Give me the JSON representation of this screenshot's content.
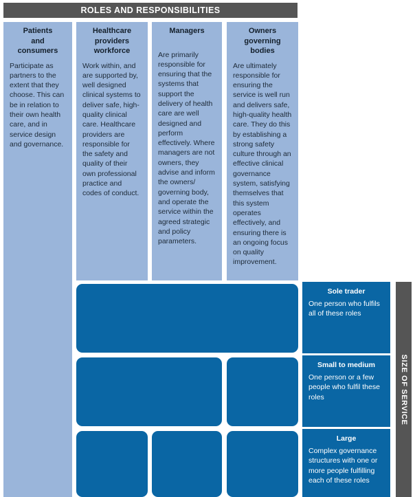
{
  "header": {
    "title": "ROLES AND RESPONSIBILITIES"
  },
  "roles": [
    {
      "key": "patients",
      "title": "Patients\nand\nconsumers",
      "body": "Participate as partners to the extent that they choose. This can be in relation to their own health care, and in service design and governance."
    },
    {
      "key": "providers",
      "title": "Healthcare\nproviders\nworkforce",
      "body": "Work within, and are supported by, well designed clinical systems to deliver safe, high-quality clinical care. Healthcare providers are responsible for the safety and quality of their own professional practice and codes of conduct."
    },
    {
      "key": "managers",
      "title": "Managers",
      "body": "Are primarily responsible for ensuring that the systems that support the delivery of health care are well designed and perform effectively. Where managers are not owners, they advise and inform the owners/ governing body, and operate the service within the agreed strategic and policy parameters."
    },
    {
      "key": "owners",
      "title": "Owners\ngoverning\nbodies",
      "body": "Are ultimately responsible for ensuring the service is well run and delivers safe, high-quality health care. They do this by establishing a strong safety culture through an effective clinical governance system, satisfying themselves that this system operates effectively, and ensuring there is an ongoing focus on quality improvement."
    }
  ],
  "size_of_service": {
    "axis_label": "SIZE OF SERVICE",
    "cards": [
      {
        "key": "sole-trader",
        "title": "Sole trader",
        "body": "One person who fulfils all of these roles"
      },
      {
        "key": "small-to-medium",
        "title": "Small to medium",
        "body": "One person or a few people who fulfil these roles"
      },
      {
        "key": "large",
        "title": "Large",
        "body": "Complex governance structures with one or more people fulfilling each of these roles"
      }
    ]
  },
  "colors": {
    "header_gray": "#555555",
    "role_column_blue": "#9ab5da",
    "block_blue": "#0a66a4",
    "text_dark": "#1d2a38",
    "text_light": "#ffffff"
  }
}
